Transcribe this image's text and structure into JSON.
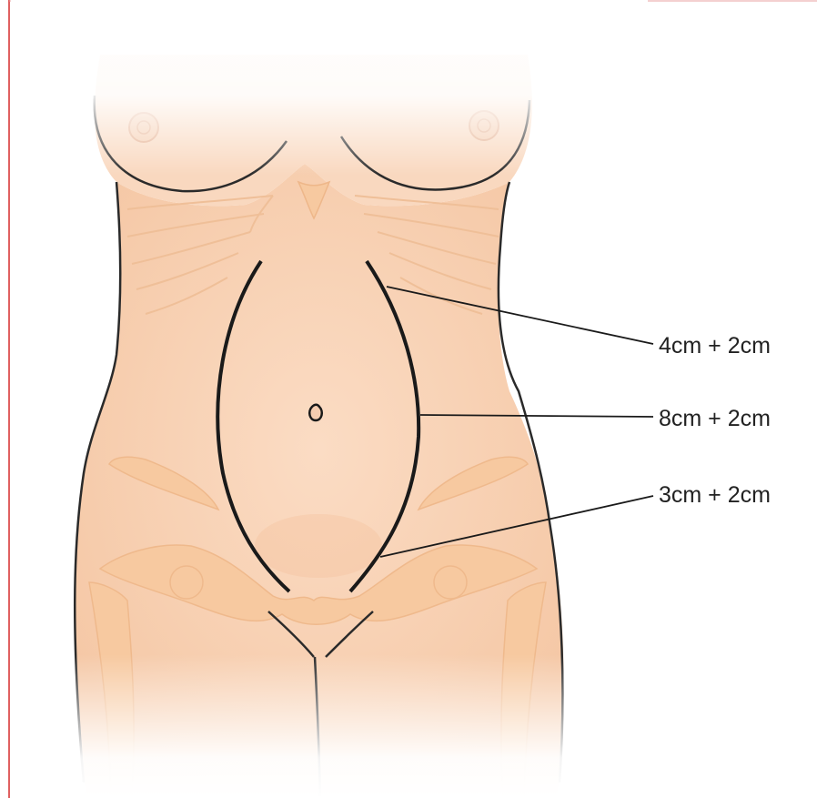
{
  "diagram": {
    "callouts": [
      {
        "id": "upper",
        "label": "4cm + 2cm"
      },
      {
        "id": "middle",
        "label": "8cm + 2cm"
      },
      {
        "id": "lower",
        "label": "3cm + 2cm"
      }
    ]
  },
  "colors": {
    "skin": "#f9d6bd",
    "skin_shadow": "#f3c09b",
    "bone": "#f7c9a0",
    "outline": "#2a2a2a",
    "incision": "#1a1a1a",
    "frame": "#e06060",
    "background": "#ffffff"
  }
}
